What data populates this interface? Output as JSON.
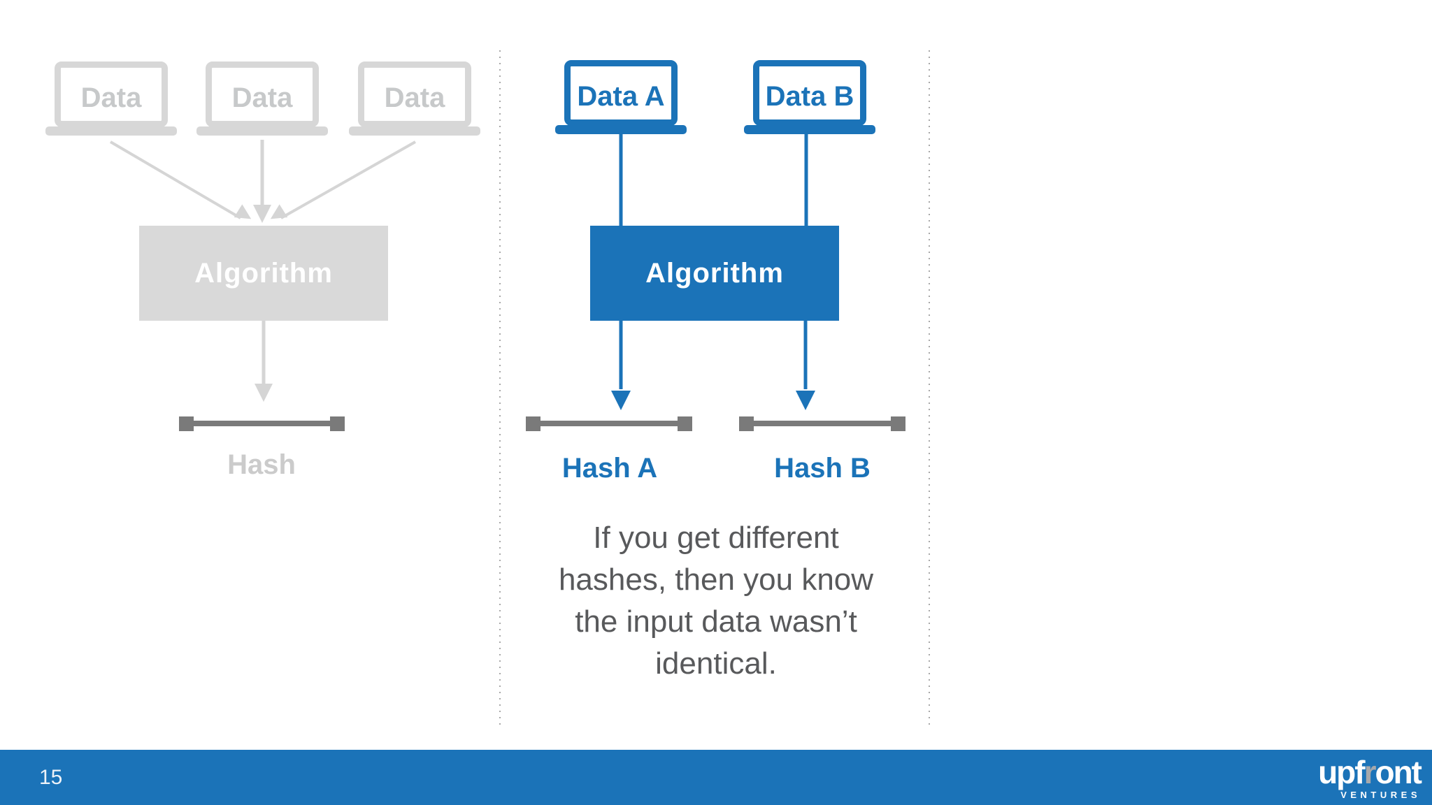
{
  "colors": {
    "diagram_blue": "#1B73B8",
    "faded_gray": "#D7D7D7",
    "faded_box_gray": "#D9D9D9",
    "faded_label_gray": "#C7C9CA",
    "hash_line_gray": "#7A7A7A",
    "caption_gray": "#58595B",
    "footer_blue": "#1B73B8",
    "logo_accent_gray": "#A6A8AB",
    "dotted_divider_gray": "#A8A8A8",
    "white": "#FFFFFF"
  },
  "left": {
    "data_labels": [
      "Data",
      "Data",
      "Data"
    ],
    "algorithm": "Algorithm",
    "hash": "Hash"
  },
  "right": {
    "data_labels": [
      "Data A",
      "Data B"
    ],
    "algorithm": "Algorithm",
    "hash_labels": [
      "Hash A",
      "Hash B"
    ]
  },
  "caption": {
    "lines": [
      "If you get different",
      "hashes, then you know",
      "the input data wasn’t",
      "identical."
    ]
  },
  "footer": {
    "page_number": "15",
    "logo": {
      "pre": "upf",
      "accent": "r",
      "post": "ont",
      "subtext": "VENTURES"
    }
  }
}
